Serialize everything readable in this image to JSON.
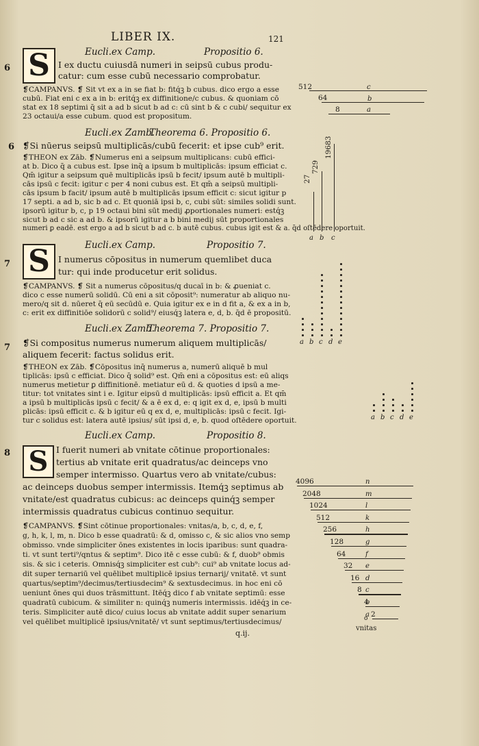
{
  "header": {
    "running_head": "LIBER IX.",
    "folio": "121"
  },
  "margin_numbers": [
    "6",
    "6",
    "7",
    "7",
    "8"
  ],
  "sections": [
    {
      "heading_left": "Eucli.ex Camp.",
      "heading_right": "Propositio 6.",
      "initial": "S",
      "text": [
        "I ex ductu cuiusdā numeri in seipsū cubus produ-",
        "catur: cum esse cubū necessario comprobatur."
      ],
      "commentary": [
        "❡CAMPANVS. ❡ Sit vt ex a in se fiat b: fitq́ꝫ b cubus. dico ergo a esse",
        "cubū. Fiat eni c ex a in b: eritq́ꝫ ex diffinitione/c cubus. & quoniam cō",
        "stat ex 18 septimi q̄ sit a ad b sicut b ad c: cū sint b & c cubi/ sequitur ex",
        "23 octaui/a esse cubum. quod est propositum."
      ]
    },
    {
      "heading_left": "Eucli.ex Zamb.",
      "heading_right": "Theorema 6. Propositio 6.",
      "enunciation": "❡Si nūerus seipsū multiplicās/cubū fecerit: et ipse cub⁹ erit.",
      "commentary": [
        "❡THEON ex Zāb. ❡Numerus eni a seipsum multiplicans: cubū effici-",
        "at b. Dico q̄ a cubus est. Ipse inq̄ a ipsum b multiplicās: ipsum efficiat c.",
        "Qm̄ igitur a seipsum quē multiplicās ipsū b fecit/ ipsum autē b multipli-",
        "cās ipsū c fecit: igitur c per 4 noni cubus est. Et qm̄ a seipsū multipli-",
        "cās ipsum b facit/ ipsum autē b multiplicās ipsum efficit c: sicut igitur p",
        "17 septi. a ad b, sic b ad c. Et quoniā ipsi b, c, cubi sūt: similes solidi sunt.",
        "ipsorū igitur b, c, p 19 octaui bini sūt medij ꝓportionales numeri: estq́ꝫ",
        "sicut b ad c sic a ad b. & ipsorū igitur a b bini medij sūt proportionales",
        "numeri ꝑ eadē. est ergo a ad b sicut b ad c. b autē cubus. cubus igit est & a. q̄d oſtēdere oportuit."
      ]
    },
    {
      "heading_left": "Eucli.ex Camp.",
      "heading_right": "Propositio 7.",
      "initial": "S",
      "text": [
        "I numerus cōpositus in numerum quemlibet duca",
        "tur: qui inde producetur erit solidus."
      ],
      "commentary": [
        "❡CAMPANVS. ❡ Sit a numerus cōpositus/q ducaī in b: & ꝓueniat c.",
        "dico c esse numerū solidū. Cū eni a sit cōposit⁹: numeratur ab aliquo nu-",
        "mero/q sit d. nūeret q̄ eū secūdū e. Quia igitur ex e in d fit a, & ex a in b,",
        "c: erit ex diffinitiōe solidorū c solid⁹/ eiusq́ꝫ latera e, d, b. q̄d ē propositū."
      ]
    },
    {
      "heading_left": "Eucli.ex Zamb.",
      "heading_right": "Theorema 7. Propositio 7.",
      "enunciation": [
        "❡Si compositus numerus numerum aliquem multiplicās/",
        "aliquem fecerit: factus solidus erit."
      ],
      "commentary": [
        "❡THEON ex Zāb. ❡Cōpositus inq̄ numerus a, numerū aliquē b mul",
        "tiplicās: ipsū c efficiat. Dico q̄ solid⁹ est. Qm̄ eni a cōpositus est: eū aliqs",
        "numerus metietur ꝑ diffinitionē. metiatur eū d. & quoties d ipsū a me-",
        "titur: tot vnitates sint i e. Igitur eipsū d multiplicās: ipsū efficit a. Et qm̄",
        "a ipsū b multiplicās ipsū c fecit/ & a ē ex d, e: q igit ex d, e, ipsū b multi",
        "plicās: ipsū efficit c. & b igitur eū q ex d, e, multiplicās: ipsū c fecit. Igi-",
        "tur c solidus est: latera autē ipsius/ sūt ipsi d, e, b. quod oſtēdere oportuit."
      ]
    },
    {
      "heading_left": "Eucli.ex Camp.",
      "heading_right": "Propositio 8.",
      "initial": "S",
      "text": [
        "I fuerit numeri ab vnitate cōtinue proportionales:",
        "tertius ab vnitate erit quadratus/ac deinceps vno",
        "semper intermisso. Quartus vero ab vnitate/cubus:",
        "ac deinceps duobus semper intermissis. Itemq́ꝫ septimus ab",
        "vnitate/est quadratus cubicus: ac deinceps quinq́ꝫ semper",
        "intermissis quadratus cubicus continuo sequitur."
      ],
      "commentary": [
        "❡CAMPANVS. ❡Sint cōtinue proportionales: vnitas/a, b, c, d, e, f,",
        "g, h, k, l, m, n. Dico b esse quadratū: & d, omisso c, & sic alios vno semp",
        "obmisso. vnde simpliciter ōnes existentes in locis iparibus: sunt quadra-",
        "ti. vt sunt terti⁹/qntus & septim⁹. Dico itē c esse cubū: & f, duob⁹ obmis",
        "sis. & sic i ceteris. Omnisq́ꝫ simpliciter est cub⁹: cui⁹ ab vnitate locus ad-",
        "dit super ternariū vel quēlibet multiplicē ipsius ternarij/ vnitatē. vt sunt",
        "quartus/septim⁹/decimus/tertiusdecim⁹ & sextusdecimus. in hoc eni cō",
        "ueniunt ōnes qui duos trāsmittunt. Itēq́ꝫ dico f ab vnitate septimū: esse",
        "quadratū cubicum. & similiter n: quinq́ꝫ numeris intermissis. idēq́ꝫ in ce-",
        "teris. Simpliciter autē dico/ cuius locus ab vnitate addit super senarium",
        "vel quēlibet multiplicē ipsius/vnitatē/ vt sunt septimus/tertiusdecimus/"
      ]
    }
  ],
  "catchword": "q.ij.",
  "diagram1": {
    "rows": [
      [
        "512",
        "c"
      ],
      [
        "64",
        "b"
      ],
      [
        "8",
        "a"
      ]
    ]
  },
  "diagram2": {
    "values": [
      "27",
      "729",
      "19683"
    ],
    "letters": [
      "a",
      "b",
      "c"
    ]
  },
  "diagram3": {
    "letters": [
      "a",
      "b",
      "c",
      "d",
      "e"
    ]
  },
  "diagram4": {
    "letters": [
      "a",
      "b",
      "c",
      "d",
      "e"
    ]
  },
  "diagram5": {
    "rows": [
      [
        "4096",
        "n"
      ],
      [
        "2048",
        "m"
      ],
      [
        "1024",
        "l"
      ],
      [
        "512",
        "k"
      ],
      [
        "256",
        "h"
      ],
      [
        "128",
        "g"
      ],
      [
        "64",
        "f"
      ],
      [
        "32",
        "e"
      ],
      [
        "16",
        "d"
      ],
      [
        "8",
        "c"
      ],
      [
        "4",
        "b"
      ],
      [
        "2",
        "a"
      ]
    ],
    "unit_label": "vnitas"
  }
}
